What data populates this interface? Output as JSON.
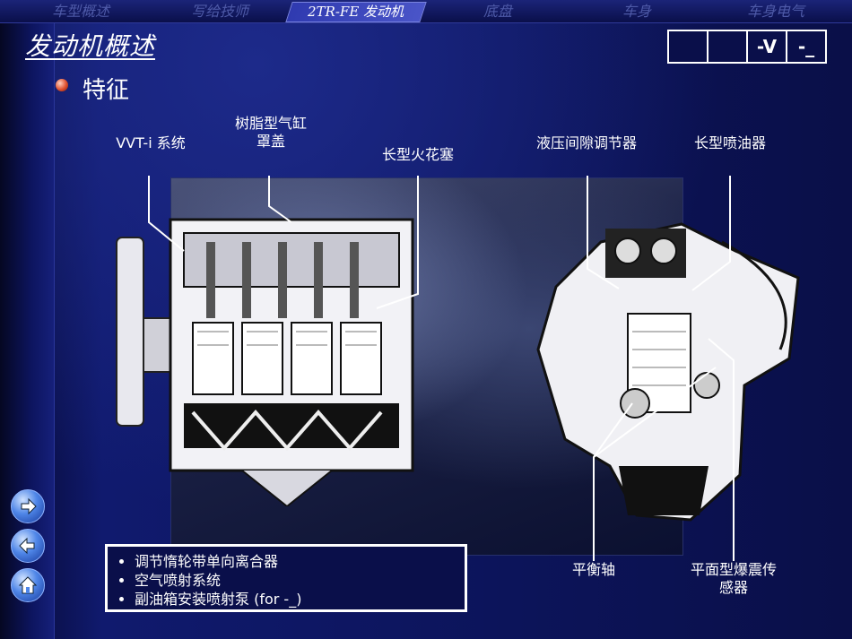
{
  "nav": {
    "tabs": [
      {
        "label": "车型概述"
      },
      {
        "label": "写给技师"
      },
      {
        "label": "2TR-FE  发动机"
      },
      {
        "label": "底盘"
      },
      {
        "label": "车身"
      },
      {
        "label": "车身电气"
      }
    ]
  },
  "header": {
    "title": "发动机概述",
    "toggles": [
      "",
      "",
      "-V",
      "-_"
    ]
  },
  "section": {
    "heading": "特征"
  },
  "labels": {
    "vvti": "VVT-i  系统",
    "resin_cover": "树脂型气缸\n罩盖",
    "spark_plug": "长型火花塞",
    "lash_adjuster": "液压间隙调节器",
    "injector": "长型喷油器",
    "balance_shaft": "平衡轴",
    "knock_sensor": "平面型爆震传\n感器"
  },
  "notes": {
    "items": [
      "调节惰轮带单向离合器",
      "空气喷射系统",
      "副油箱安装喷射泵  (for -_)"
    ]
  },
  "colors": {
    "accent": "#2f3ab0",
    "background": "#0b1050",
    "text": "#ffffff"
  }
}
